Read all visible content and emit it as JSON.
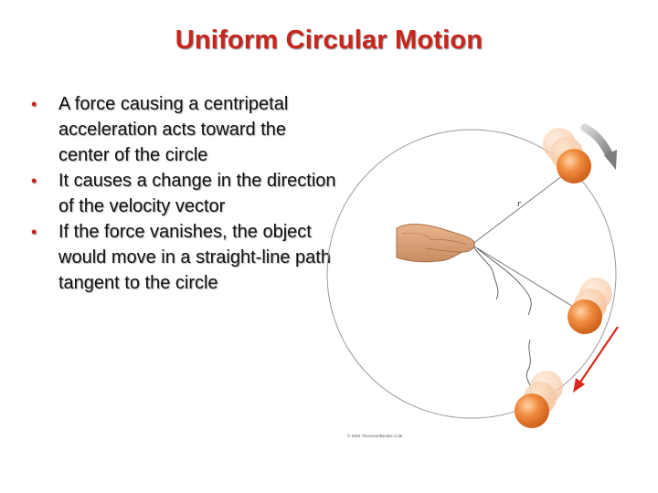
{
  "slide": {
    "title": "Uniform Circular Motion",
    "bullets": [
      "A force causing a centripetal acceleration acts toward the center of the circle",
      "It causes a change in the direction of the velocity vector",
      "If the force vanishes, the object would move in a straight-line path tangent to the circle"
    ],
    "bullet_glyph": "•"
  },
  "figure": {
    "radius_label": "r",
    "copyright": "© 2004 Thomson/Brooks Cole",
    "colors": {
      "title": "#c8251c",
      "ball": "#f08a3c",
      "ball_ghost": "#f6c9a4",
      "arrow_gray": "#8c8c8c",
      "arrow_red": "#d62b1e",
      "orbit": "#9a9a9a",
      "hand": "#d9a07a"
    },
    "icons": [
      "hand-icon",
      "ball-icon",
      "motion-arrow-icon",
      "tangent-arrow-icon"
    ]
  }
}
